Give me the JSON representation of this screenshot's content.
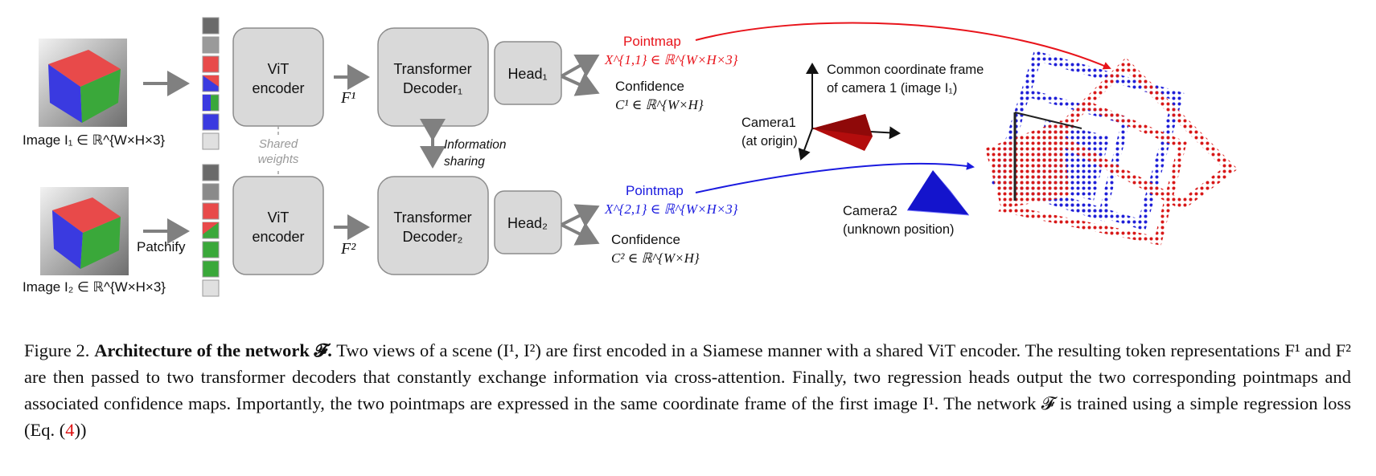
{
  "inputs": {
    "image1_label": "Image I₁ ∈ ℝ^{W×H×3}",
    "image2_label": "Image I₂ ∈ ℝ^{W×H×3}",
    "patchify_label": "Patchify"
  },
  "encoder": {
    "label_line1": "ViT",
    "label_line2": "encoder",
    "shared_line1": "Shared",
    "shared_line2": "weights",
    "feature1": "F¹",
    "feature2": "F²"
  },
  "decoder": {
    "label_line1": "Transformer",
    "label1_line2": "Decoder₁",
    "label2_line2": "Decoder₂",
    "info_line1": "Information",
    "info_line2": "sharing"
  },
  "heads": {
    "head1": "Head₁",
    "head2": "Head₂"
  },
  "outputs": {
    "pointmap_label": "Pointmap",
    "pointmap1_math": "X^{1,1} ∈ ℝ^{W×H×3}",
    "pointmap2_math": "X^{2,1} ∈ ℝ^{W×H×3}",
    "confidence_label": "Confidence",
    "confidence1_math": "C¹ ∈ ℝ^{W×H}",
    "confidence2_math": "C² ∈ ℝ^{W×H}"
  },
  "scene": {
    "frame_line1": "Common coordinate frame",
    "frame_line2": "of camera 1 (image  I₁)",
    "camera1_line1": "Camera1",
    "camera1_line2": "(at origin)",
    "camera2_line1": "Camera2",
    "camera2_line2": "(unknown position)"
  },
  "colors": {
    "box_fill": "#d9d9d9",
    "box_stroke": "#8c8c8c",
    "arrow_gray": "#808080",
    "red": "#e8141b",
    "blue": "#1a1adf",
    "dark_red": "#b30d0d",
    "cube_red": "#e84a4a",
    "cube_green": "#3aa83a",
    "cube_blue": "#3a3ae0"
  },
  "caption": {
    "figure_label": "Figure 2.",
    "title": "Architecture of the network 𝓕.",
    "body_part1": "Two views of a scene (I¹, I²) are first encoded in a Siamese manner with a shared ViT encoder. The resulting token representations F¹ and F² are then passed to two transformer decoders that constantly exchange information via cross-attention. Finally, two regression heads output the two corresponding pointmaps and associated confidence maps. Importantly, the two pointmaps are expressed in the same coordinate frame of the first image I¹. The network 𝓕 is trained using a simple regression loss (Eq. (",
    "eq_ref": "4",
    "body_part2": "))"
  }
}
